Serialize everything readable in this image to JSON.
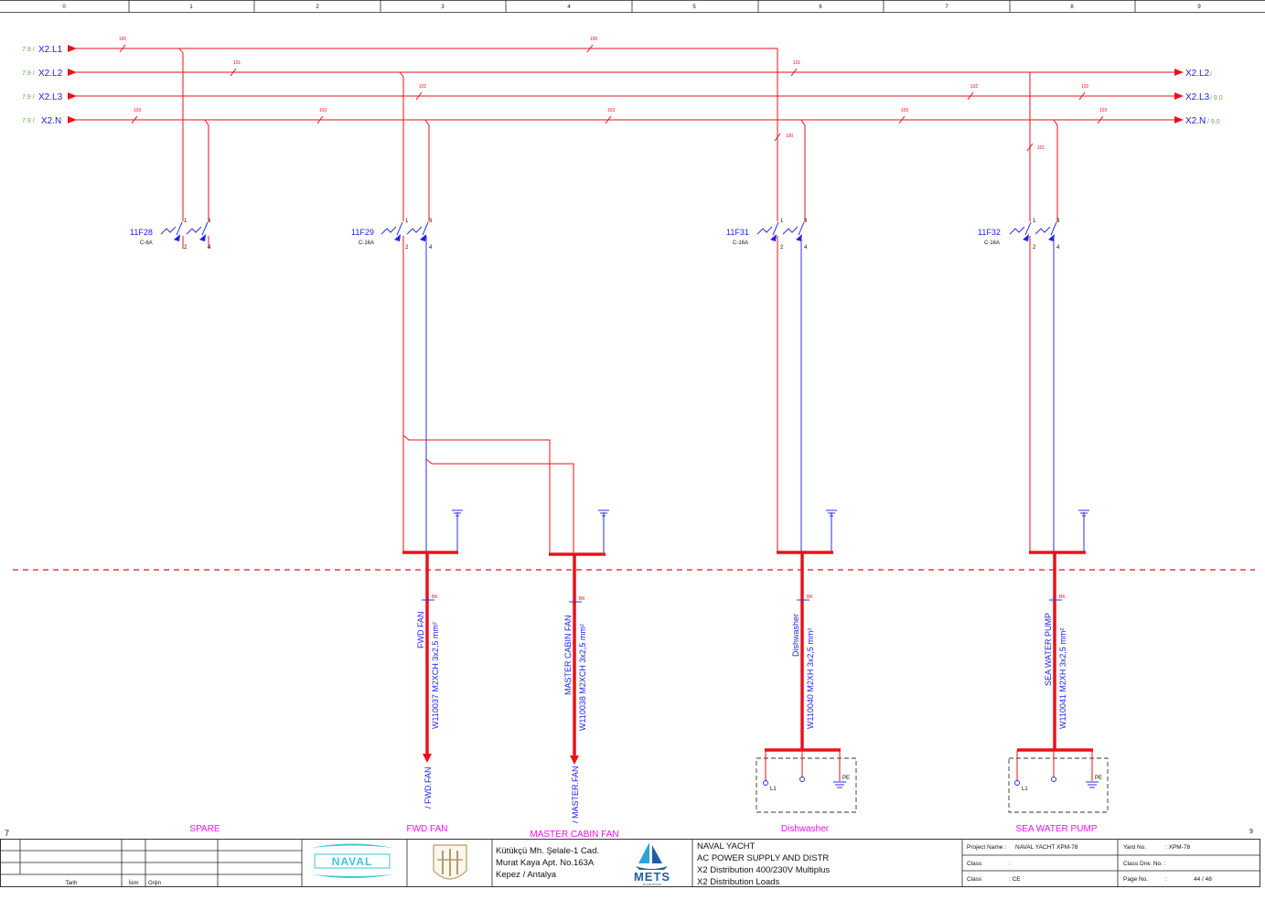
{
  "column_numbers": [
    "0",
    "1",
    "2",
    "3",
    "4",
    "5",
    "6",
    "7",
    "8",
    "9"
  ],
  "row_labels": {
    "left": "7",
    "right": "9"
  },
  "incoming_lines": [
    {
      "ref": "7.9 /",
      "label": "X2.L1"
    },
    {
      "ref": "7.9 /",
      "label": "X2.L2"
    },
    {
      "ref": "7.9 /",
      "label": "X2.L3"
    },
    {
      "ref": "7.9 /",
      "label": "X2.N"
    }
  ],
  "outgoing_lines": [
    {
      "label": "X2.L2",
      "ref": "/"
    },
    {
      "label": "X2.L3",
      "ref": "/ 9.0"
    },
    {
      "label": "X2.N",
      "ref": "/ 9.0"
    }
  ],
  "wire_numbers": [
    "100",
    "101",
    "102",
    "103"
  ],
  "breakers": [
    {
      "tag": "11F28",
      "rating": "C-6A",
      "pins": [
        "1",
        "2",
        "3",
        "4"
      ]
    },
    {
      "tag": "11F29",
      "rating": "C-16A",
      "pins": [
        "1",
        "2",
        "3",
        "4"
      ]
    },
    {
      "tag": "11F31",
      "rating": "C-16A",
      "pins": [
        "1",
        "2",
        "3",
        "4"
      ]
    },
    {
      "tag": "11F32",
      "rating": "C-16A",
      "pins": [
        "1",
        "2",
        "3",
        "4"
      ]
    }
  ],
  "cables": [
    {
      "name": "FWD FAN",
      "spec": "W110037 M2XCH 3x2,5 mm²",
      "end": "/ FWD.FAN",
      "core": "BK"
    },
    {
      "name": "MASTER CABIN FAN",
      "spec": "W110038 M2XCH 3x2,5 mm²",
      "end": "/ MASTER.FAN",
      "core": "BK"
    },
    {
      "name": "Dishwasher",
      "spec": "W110040  M2XH 3x2,5 mm²",
      "core": "BK"
    },
    {
      "name": "SEA WATER PUMP",
      "spec": "W110041  M2XH 3x2,5 mm²",
      "core": "BK"
    }
  ],
  "terminal_labels": {
    "l1": "L1",
    "pe": "PE"
  },
  "consumers": [
    "SPARE",
    "FWD FAN",
    "MASTER CABIN FAN",
    "Dishwasher",
    "SEA WATER PUMP"
  ],
  "title_block": {
    "revision_headers": [
      "Tarih",
      "İsim",
      "Orijin"
    ],
    "address": [
      "Kütükçü Mh. Şelale-1 Cad.",
      "Murat Kaya Apt. No.163A",
      "Kepez  / Antalya"
    ],
    "logos": {
      "naval": "NAVAL",
      "mets": "METS",
      "mets_sub": "MÜHENDİSLİK"
    },
    "description": [
      "NAVAL YACHT",
      "AC POWER SUPPLY AND DISTR",
      "X2 Distribution 400/230V Multiplus",
      "X2 Distribution Loads"
    ],
    "project_name": {
      "label": "Project Name :",
      "value": "NAVAL YACHT  XPM-78"
    },
    "class1": {
      "label": "Class",
      "value": ":"
    },
    "class2": {
      "label": "Class",
      "value": ": CE"
    },
    "yard_no": {
      "label": "Yard No.",
      "value": ": XPM-78"
    },
    "class_drw_no": {
      "label": "Class Drw. No. :",
      "value": ""
    },
    "page_no": {
      "label": "Page No.",
      "value": ":",
      "page": "44 / 48"
    }
  },
  "colors": {
    "wire": "#e8121a",
    "annotation": "#1e22e6",
    "consumer": "#ee11ee",
    "reference": "#6aa84f",
    "logo_naval": "#3cc6d6",
    "logo_mets": "#1f5fa0"
  }
}
